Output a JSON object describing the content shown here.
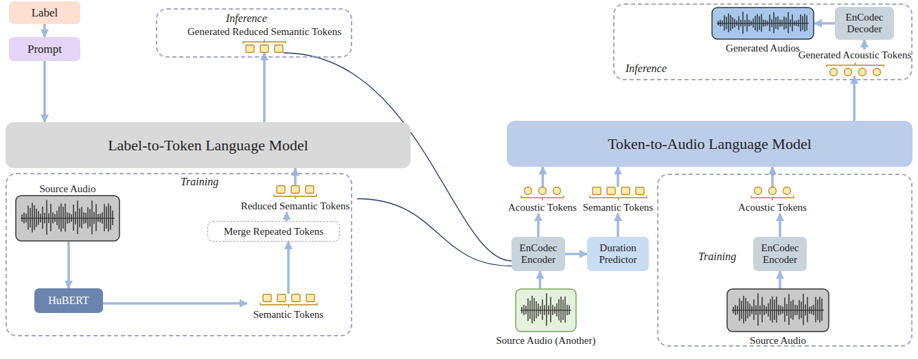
{
  "diagram": {
    "nodes": [
      {
        "text": [
          "Label"
        ]
      },
      {
        "text": [
          "Prompt"
        ]
      },
      {
        "text": [
          "Inference"
        ]
      },
      {
        "text": [
          "Generated Reduced Semantic Tokens"
        ],
        "in": 2
      },
      {
        "text": [
          "Label-to-Token Language Model"
        ]
      },
      {
        "text": [
          "Training"
        ]
      },
      {
        "text": [
          "Source Audio"
        ],
        "in": 5
      },
      {
        "text": [
          "HuBERT"
        ],
        "in": 5
      },
      {
        "text": [
          "Semantic Tokens"
        ],
        "in": 5
      },
      {
        "text": [
          "Merge Repeated Tokens"
        ],
        "in": 5
      },
      {
        "text": [
          "Reduced Semantic Tokens"
        ],
        "in": 5
      },
      {
        "text": [
          "Inference"
        ]
      },
      {
        "text": [
          "Generated Audios"
        ],
        "in": 11
      },
      {
        "text": [
          "EnCodec Decoder"
        ],
        "in": 11
      },
      {
        "text": [
          "Generated Acoustic Tokens"
        ],
        "in": 11
      },
      {
        "text": [
          "Token-to-Audio Language Model"
        ]
      },
      {
        "text": [
          "Acoustic Tokens"
        ]
      },
      {
        "text": [
          "Semantic Tokens"
        ]
      },
      {
        "text": [
          "EnCodec Encoder"
        ]
      },
      {
        "text": [
          "Duration Predictor"
        ]
      },
      {
        "text": [
          "Source Audio (Another)"
        ]
      },
      {
        "text": [
          "Training"
        ]
      },
      {
        "text": [
          "Acoustic Tokens"
        ],
        "in": 21
      },
      {
        "text": [
          "EnCodec Encoder"
        ],
        "in": 21
      },
      {
        "text": [
          "Source Audio"
        ],
        "in": 21
      }
    ],
    "edges": [
      {
        "from": 0,
        "to": 1,
        "arrow": "to"
      },
      {
        "from": 1,
        "to": 4,
        "arrow": "to"
      },
      {
        "from": 4,
        "to": 3,
        "arrow": "to"
      },
      {
        "from": 3,
        "to": 18,
        "arrow": "none"
      },
      {
        "from": 6,
        "to": 7,
        "arrow": "to"
      },
      {
        "from": 7,
        "to": 8,
        "arrow": "to"
      },
      {
        "from": 8,
        "to": 9,
        "arrow": "to"
      },
      {
        "from": 9,
        "to": 10,
        "arrow": "to"
      },
      {
        "from": 10,
        "to": 4,
        "arrow": "to"
      },
      {
        "from": 10,
        "to": 18,
        "arrow": "none"
      },
      {
        "from": 20,
        "to": 18,
        "arrow": "to"
      },
      {
        "from": 18,
        "to": 16,
        "arrow": "to"
      },
      {
        "from": 18,
        "to": 19,
        "arrow": "to"
      },
      {
        "from": 19,
        "to": 17,
        "arrow": "to"
      },
      {
        "from": 16,
        "to": 15,
        "arrow": "to"
      },
      {
        "from": 17,
        "to": 15,
        "arrow": "to"
      },
      {
        "from": 24,
        "to": 23,
        "arrow": "to"
      },
      {
        "from": 23,
        "to": 22,
        "arrow": "to"
      },
      {
        "from": 22,
        "to": 15,
        "arrow": "to"
      },
      {
        "from": 15,
        "to": 14,
        "arrow": "to"
      },
      {
        "from": 14,
        "to": 13,
        "arrow": "to"
      },
      {
        "from": 13,
        "to": 12,
        "arrow": "to"
      }
    ]
  }
}
